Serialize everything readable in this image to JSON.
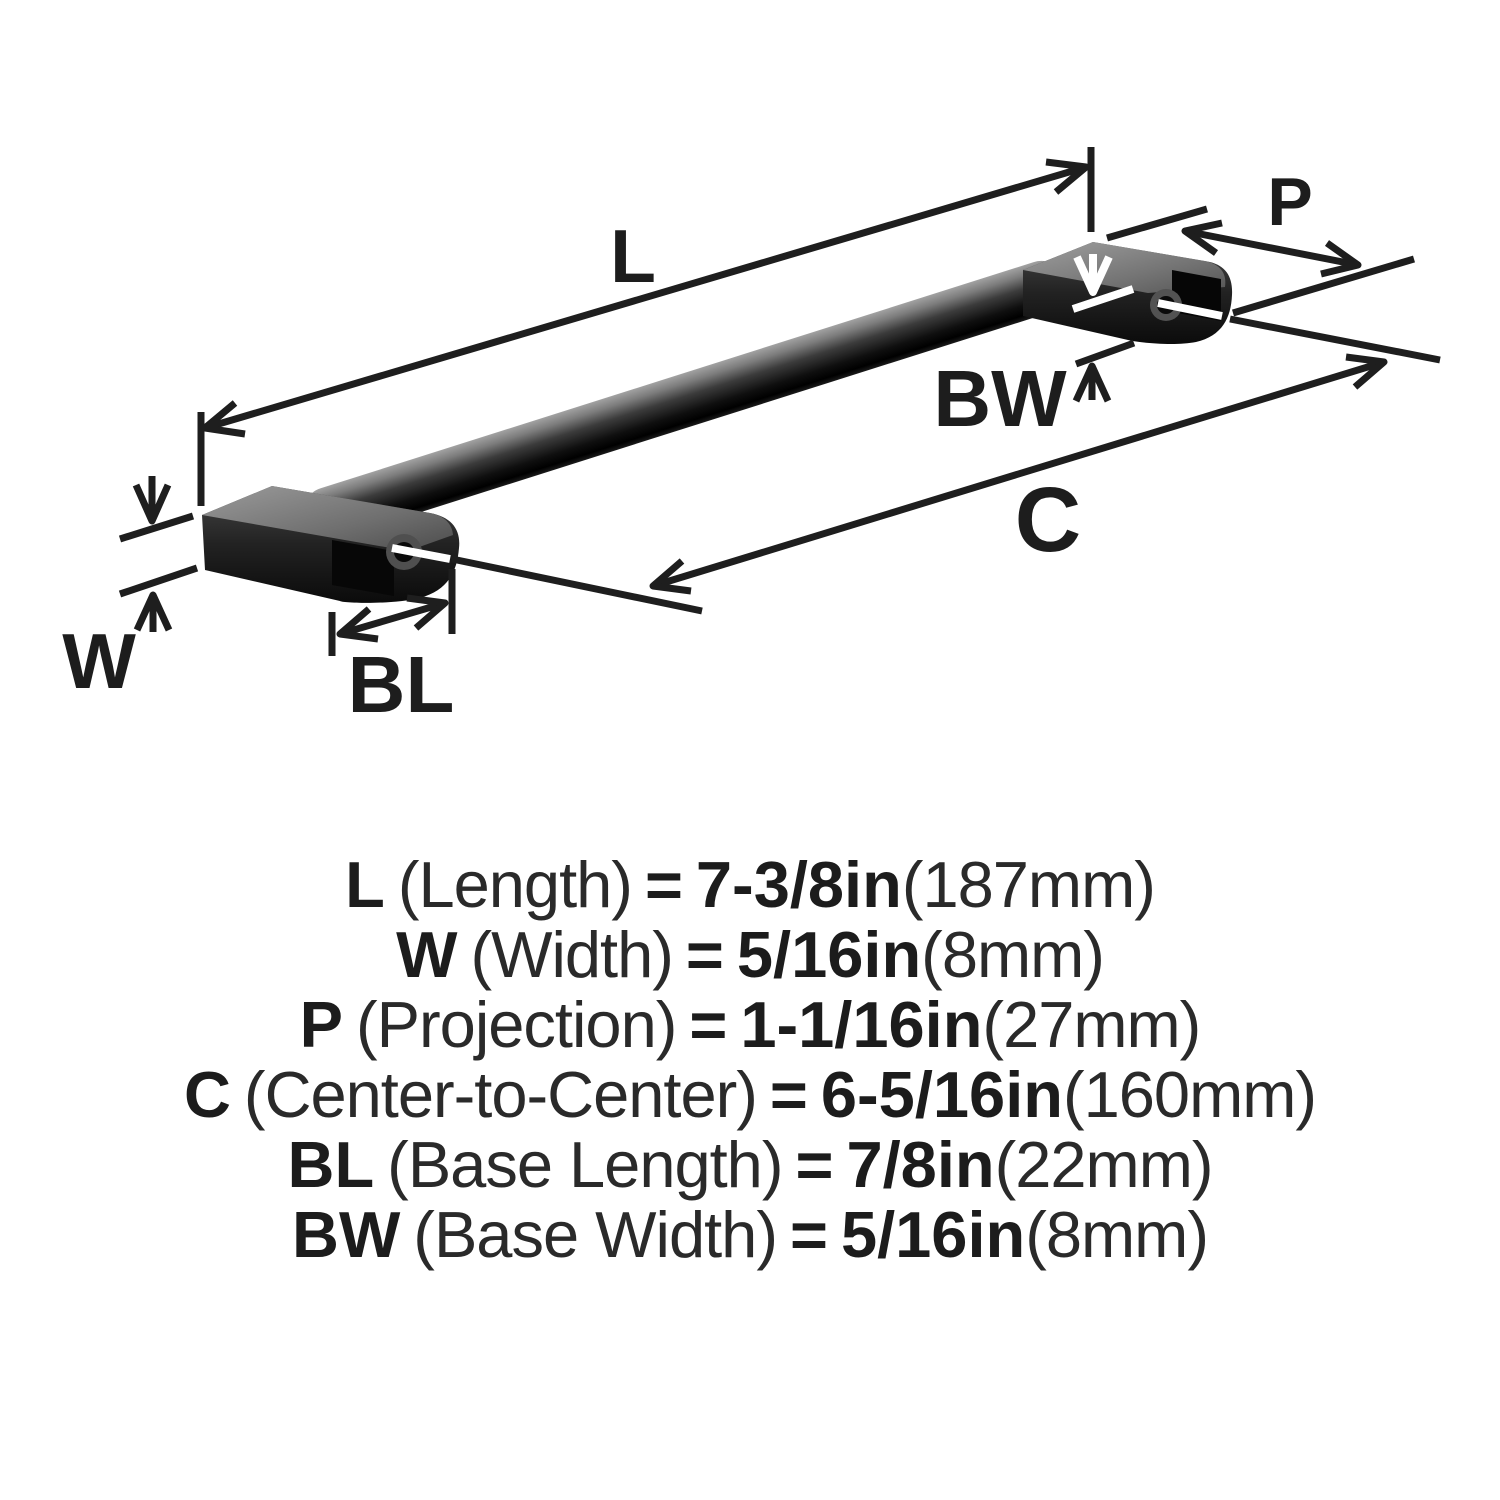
{
  "diagram": {
    "description": "Isometric technical drawing of a black rectangular bar cabinet pull with two mounting feet, annotated with dimension arrows",
    "labels": {
      "length": "L",
      "width": "W",
      "projection": "P",
      "center_to_center": "C",
      "base_length": "BL",
      "base_width": "BW"
    }
  },
  "punctuation": {
    "open": "(",
    "close": ")",
    "equals": "="
  },
  "specs": [
    {
      "symbol": "L",
      "name": "Length",
      "imperial": "7-3/8in",
      "metric": "187mm"
    },
    {
      "symbol": "W",
      "name": "Width",
      "imperial": "5/16in",
      "metric": "8mm"
    },
    {
      "symbol": "P",
      "name": "Projection",
      "imperial": "1-1/16in",
      "metric": "27mm"
    },
    {
      "symbol": "C",
      "name": "Center-to-Center",
      "imperial": "6-5/16in",
      "metric": "160mm"
    },
    {
      "symbol": "BL",
      "name": "Base Length",
      "imperial": "7/8in",
      "metric": "22mm"
    },
    {
      "symbol": "BW",
      "name": "Base Width",
      "imperial": "5/16in",
      "metric": "8mm"
    }
  ],
  "colors": {
    "background": "#ffffff",
    "dimension_lines": "#1e1e1e",
    "text": "#1f1f1f",
    "bar_highlight": "#a0a0a0",
    "bar_dark": "#050505",
    "base_top_face": "#8f8f8f",
    "base_front_face": "#262626",
    "screw_ring": "#4f4f4f",
    "hole": "#0a0a0a",
    "witness_marks_on_metal": "#ffffff"
  }
}
